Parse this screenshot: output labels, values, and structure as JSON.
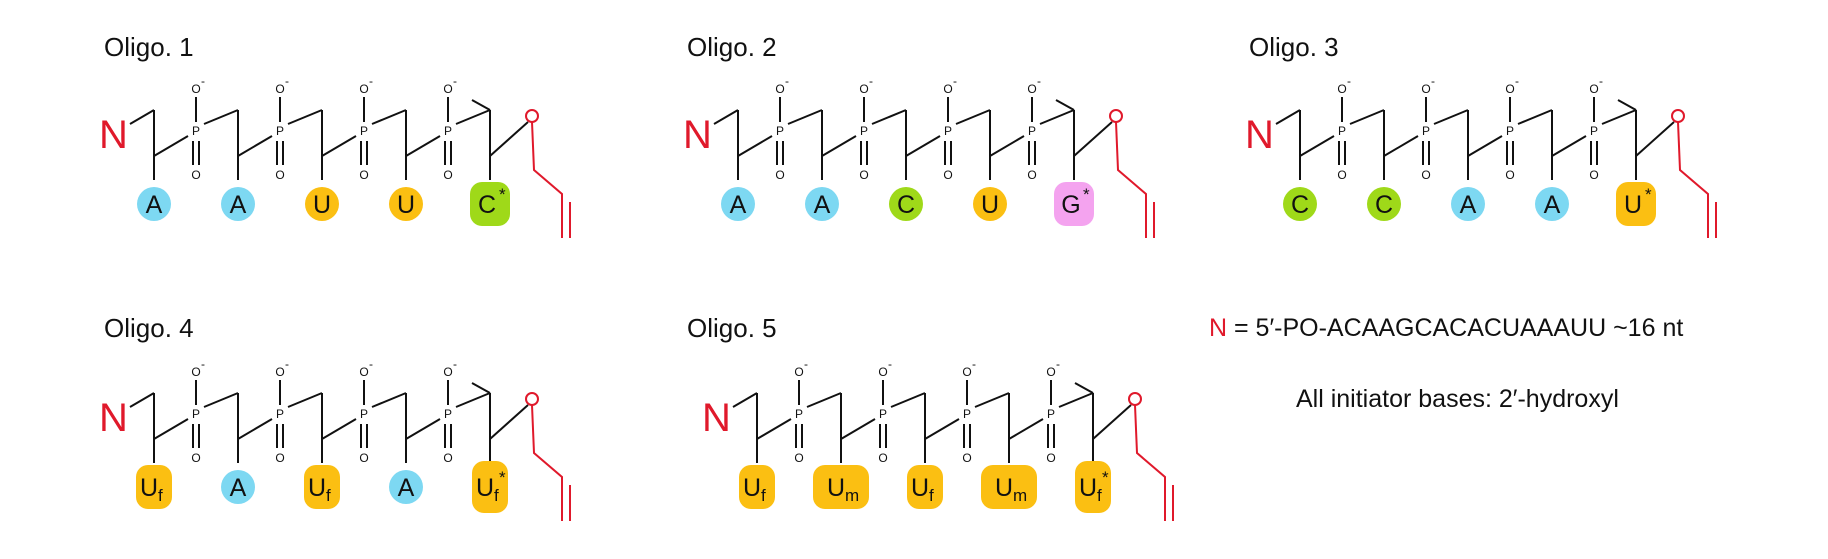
{
  "colors": {
    "A": "#7dd8f2",
    "U": "#fbbf12",
    "C": "#9fd919",
    "G": "#f4a3ef",
    "N": "#e0192b",
    "terminal": "#e0192b"
  },
  "atoms": {
    "phosphorus": "P",
    "oxygen": "O",
    "charge": "-"
  },
  "oligos": [
    {
      "title": "Oligo. 1",
      "n": "N",
      "bases": [
        {
          "label": "A",
          "type": "A"
        },
        {
          "label": "A",
          "type": "A"
        },
        {
          "label": "U",
          "type": "U"
        },
        {
          "label": "U",
          "type": "U"
        },
        {
          "label": "C",
          "type": "C",
          "star": "*"
        }
      ]
    },
    {
      "title": "Oligo. 2",
      "n": "N",
      "bases": [
        {
          "label": "A",
          "type": "A"
        },
        {
          "label": "A",
          "type": "A"
        },
        {
          "label": "C",
          "type": "C"
        },
        {
          "label": "U",
          "type": "U"
        },
        {
          "label": "G",
          "type": "G",
          "star": "*"
        }
      ]
    },
    {
      "title": "Oligo. 3",
      "n": "N",
      "bases": [
        {
          "label": "C",
          "type": "C"
        },
        {
          "label": "C",
          "type": "C"
        },
        {
          "label": "A",
          "type": "A"
        },
        {
          "label": "A",
          "type": "A"
        },
        {
          "label": "U",
          "type": "U",
          "star": "*"
        }
      ]
    },
    {
      "title": "Oligo. 4",
      "n": "N",
      "bases": [
        {
          "label": "U",
          "sub": "f",
          "type": "U"
        },
        {
          "label": "A",
          "type": "A"
        },
        {
          "label": "U",
          "sub": "f",
          "type": "U"
        },
        {
          "label": "A",
          "type": "A"
        },
        {
          "label": "U",
          "sub": "f",
          "type": "U",
          "star": "*"
        }
      ]
    },
    {
      "title": "Oligo. 5",
      "n": "N",
      "bases": [
        {
          "label": "U",
          "sub": "f",
          "type": "U"
        },
        {
          "label": "U",
          "sub": "m",
          "type": "U"
        },
        {
          "label": "U",
          "sub": "f",
          "type": "U"
        },
        {
          "label": "U",
          "sub": "m",
          "type": "U"
        },
        {
          "label": "U",
          "sub": "f",
          "type": "U",
          "star": "*"
        }
      ]
    }
  ],
  "legend": {
    "n_symbol": "N",
    "n_definition": " = 5′-PO-ACAAGCACACUAAAUU ~16 nt",
    "initiator_note": "All initiator bases: 2′-hydroxyl"
  }
}
